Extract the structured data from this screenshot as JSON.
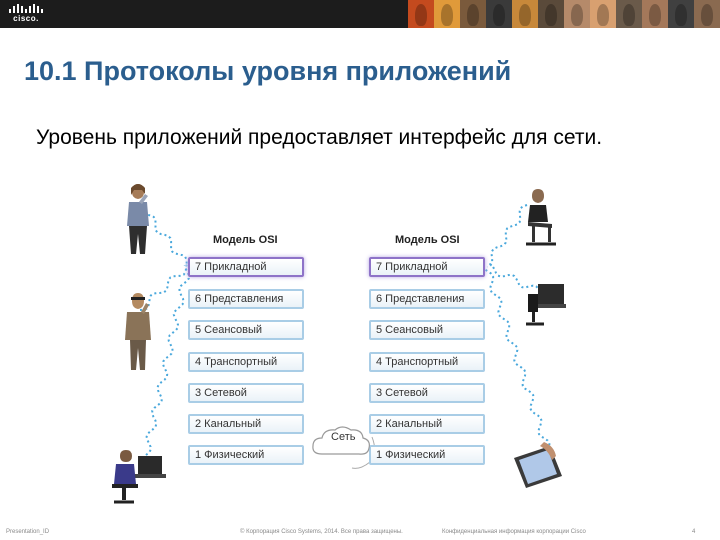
{
  "header": {
    "logo_text": "cisco.",
    "faces": [
      "#c44a1e",
      "#e09a3a",
      "#7a5a3c",
      "#3a3a3a",
      "#c7883a",
      "#5a4a3a",
      "#b58a6a",
      "#d8a070",
      "#6a5a4a",
      "#a4785a",
      "#404040",
      "#8a6a50"
    ]
  },
  "slide": {
    "title": "10.1 Протоколы уровня приложений",
    "subtitle": "Уровень приложений предоставляет интерфейс для сети."
  },
  "diagram": {
    "left_model_title": "Модель OSI",
    "right_model_title": "Модель OSI",
    "left_layers": [
      "7 Прикладной",
      "6 Представления",
      "5 Сеансовый",
      "4 Транспортный",
      "3 Сетевой",
      "2 Канальный",
      "1 Физический"
    ],
    "right_layers": [
      "7 Прикладной",
      "6 Представления",
      "5 Сеансовый",
      "4 Транспортный",
      "3 Сетевой",
      "2 Канальный",
      "1 Физический"
    ],
    "network_label": "Сеть",
    "signal_color": "#4aa8dc"
  },
  "footer": {
    "presentation_id": "Presentation_ID",
    "copyright": "© Корпорация Cisco Systems, 2014. Все права защищены.",
    "confidential": "Конфиденциальная информация корпорации Cisco",
    "page": "4"
  }
}
